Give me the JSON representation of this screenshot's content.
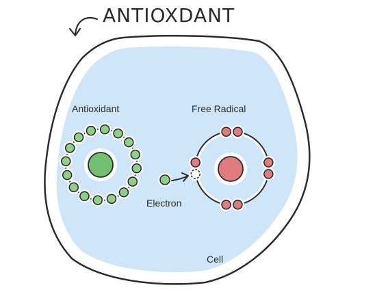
{
  "title": "ANTIOXDANT",
  "labels": {
    "antioxidant": "Antioxidant",
    "free_radical": "Free Radical",
    "electron": "Electron",
    "cell": "Cell"
  },
  "antioxidant_molecule": {
    "orbit_electron_count": 16,
    "nucleus_color": "#72bf72",
    "electron_color": "#8fcf8a"
  },
  "free_radical_molecule": {
    "electron_pairs": 4,
    "missing_electron_count": 1,
    "nucleus_color": "#e07b7f",
    "electron_color": "#e07b7f"
  },
  "colors": {
    "cell_fill": "#cfe6f8",
    "outline": "#2b2b2b",
    "background": "#ffffff"
  }
}
